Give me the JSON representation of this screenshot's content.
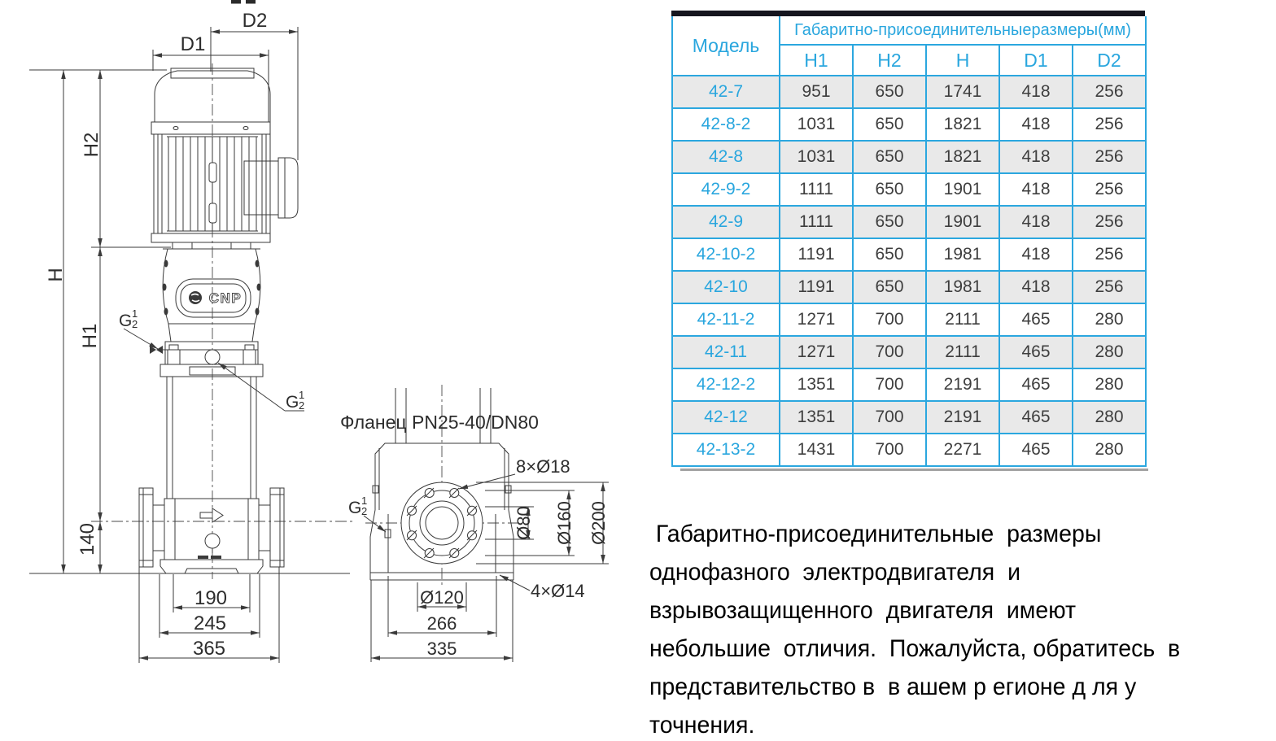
{
  "side_view": {
    "d1": "D1",
    "d2": "D2",
    "h": "H",
    "h1": "H1",
    "h2": "H2",
    "h140": "140",
    "w190": "190",
    "w245": "245",
    "w365": "365",
    "logo_text": "CNP",
    "thread": {
      "base": "G",
      "num": "1",
      "den": "2"
    }
  },
  "flange_view": {
    "title": "Фланец PN25-40/DN80",
    "bolt_holes": "8×Ø18",
    "bore": "Ø80",
    "bolt_circle": "Ø160",
    "outer": "Ø200",
    "pipe_spacing": "Ø120",
    "w266": "266",
    "w335": "335",
    "base_holes": "4×Ø14",
    "thread": {
      "base": "G",
      "num": "1",
      "den": "2"
    }
  },
  "table": {
    "model_header": "Модель",
    "group_header": "Габаритно-присоединительныеразмеры(мм)",
    "columns": [
      "H1",
      "H2",
      "H",
      "D1",
      "D2"
    ],
    "rows": [
      {
        "model": "42-7",
        "h1": "951",
        "h2": "650",
        "h": "1741",
        "d1": "418",
        "d2": "256"
      },
      {
        "model": "42-8-2",
        "h1": "1031",
        "h2": "650",
        "h": "1821",
        "d1": "418",
        "d2": "256"
      },
      {
        "model": "42-8",
        "h1": "1031",
        "h2": "650",
        "h": "1821",
        "d1": "418",
        "d2": "256"
      },
      {
        "model": "42-9-2",
        "h1": "1111",
        "h2": "650",
        "h": "1901",
        "d1": "418",
        "d2": "256"
      },
      {
        "model": "42-9",
        "h1": "1111",
        "h2": "650",
        "h": "1901",
        "d1": "418",
        "d2": "256"
      },
      {
        "model": "42-10-2",
        "h1": "1191",
        "h2": "650",
        "h": "1981",
        "d1": "418",
        "d2": "256"
      },
      {
        "model": "42-10",
        "h1": "1191",
        "h2": "650",
        "h": "1981",
        "d1": "418",
        "d2": "256"
      },
      {
        "model": "42-11-2",
        "h1": "1271",
        "h2": "700",
        "h": "2111",
        "d1": "465",
        "d2": "280"
      },
      {
        "model": "42-11",
        "h1": "1271",
        "h2": "700",
        "h": "2111",
        "d1": "465",
        "d2": "280"
      },
      {
        "model": "42-12-2",
        "h1": "1351",
        "h2": "700",
        "h": "2191",
        "d1": "465",
        "d2": "280"
      },
      {
        "model": "42-12",
        "h1": "1351",
        "h2": "700",
        "h": "2191",
        "d1": "465",
        "d2": "280"
      },
      {
        "model": "42-13-2",
        "h1": "1431",
        "h2": "700",
        "h": "2271",
        "d1": "465",
        "d2": "280"
      }
    ]
  },
  "note": {
    "lines": [
      " Габаритно-присоединительные  размеры",
      "однофазного  электродвигателя  и",
      "взрывозащищенного  двигателя  имеют",
      "небольшие  отличия.  Пожалуйста, обратитесь  в",
      "представительство в  в ашем р егионе д ля у",
      "точнения."
    ]
  },
  "colors": {
    "accent_blue": "#29a6de",
    "border_blue": "#2ba7df",
    "table_top_border": "#15151e",
    "row_gray": "#e9e9e9",
    "value_text": "#3e3e3e",
    "line": "#3a3a3a"
  }
}
